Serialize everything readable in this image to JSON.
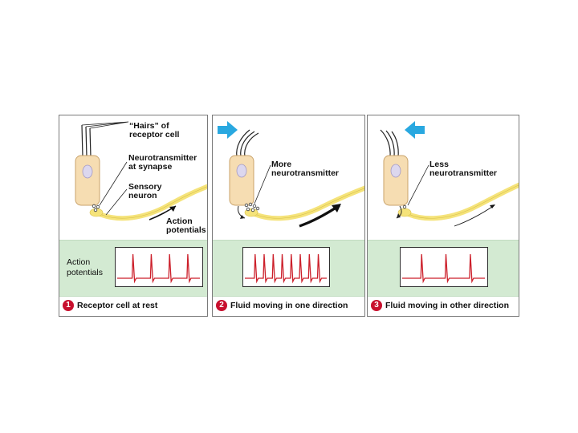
{
  "panels": [
    {
      "number": "1",
      "caption": "Receptor cell at rest",
      "labels": {
        "hairs": "“Hairs” of\nreceptor cell",
        "neurotransmitter": "Neurotransmitter\nat synapse",
        "sensory": "Sensory\nneuron",
        "action": "Action\npotentials"
      },
      "fluid_direction": "none",
      "spike_count": 4
    },
    {
      "number": "2",
      "caption": "Fluid moving in one direction",
      "labels": {
        "neurotransmitter": "More\nneurotransmitter"
      },
      "fluid_direction": "right",
      "spike_count": 8
    },
    {
      "number": "3",
      "caption": "Fluid moving in other direction",
      "labels": {
        "neurotransmitter": "Less\nneurotransmitter"
      },
      "fluid_direction": "left",
      "spike_count": 3
    }
  ],
  "side_label": "Action\npotentials",
  "colors": {
    "panel_border": "#7a7a7a",
    "band": "#d3ead2",
    "trace": "#cc1f2a",
    "fluid_arrow": "#29a8e0",
    "cell_fill": "#f6ddb2",
    "cell_stroke": "#c9a36b",
    "nucleus": "#dcd7ee",
    "neuron": "#f5e37a",
    "number_badge": "#c8102e"
  }
}
